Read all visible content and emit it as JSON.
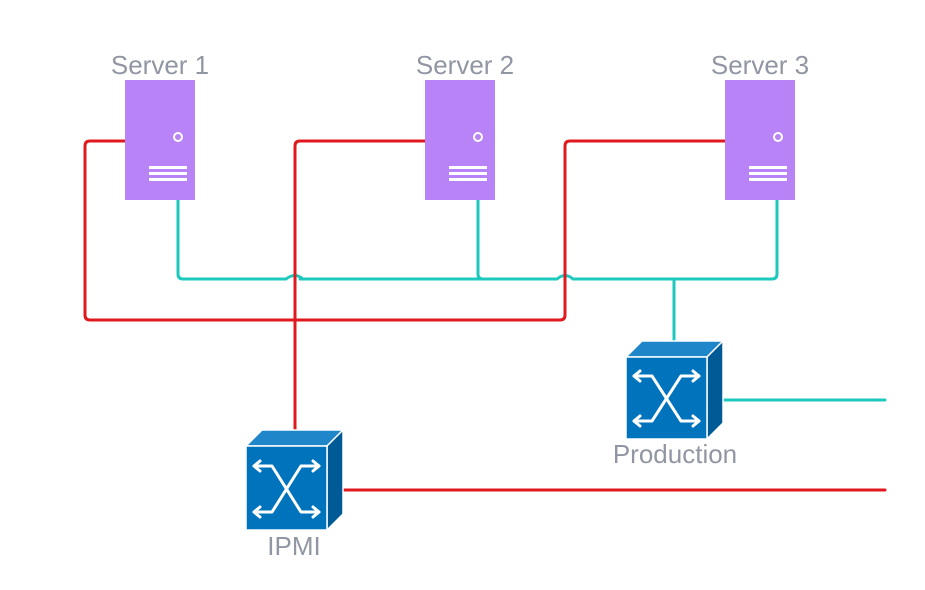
{
  "servers": [
    {
      "label": "Server 1"
    },
    {
      "label": "Server 2"
    },
    {
      "label": "Server 3"
    }
  ],
  "switches": {
    "ipmi": {
      "label": "IPMI"
    },
    "production": {
      "label": "Production"
    }
  },
  "colors": {
    "server_fill": "#b783f7",
    "server_detail": "#ffffff",
    "ipmi_link": "#e0191f",
    "production_link": "#1ec8bd",
    "switch_front": "#0073bd",
    "switch_top": "#1f86c9",
    "switch_side": "#005a96",
    "switch_edge": "#ffffff",
    "label_text": "#9196a3"
  }
}
